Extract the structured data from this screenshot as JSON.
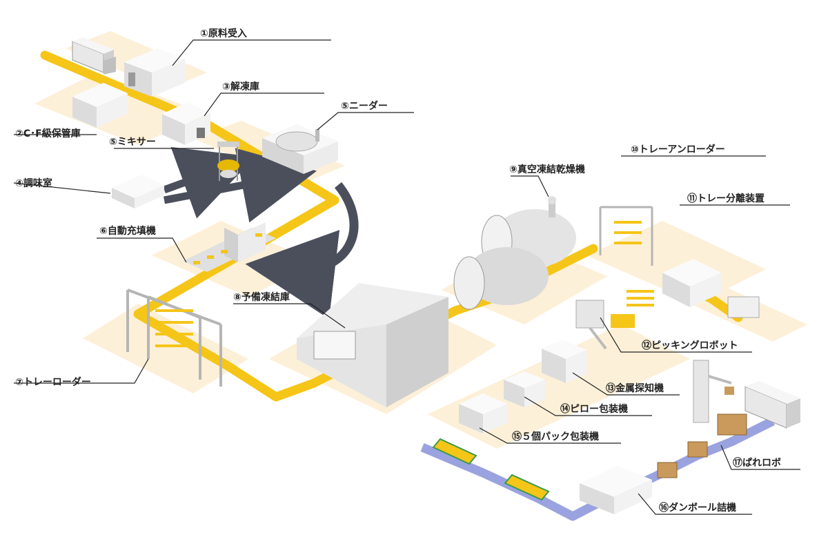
{
  "colors": {
    "conveyor_yellow": "#f5c518",
    "floor_beige": "#fdf0d8",
    "packing_lane_blue": "#9aa3e0",
    "arrow_gray": "#4b4f5c",
    "machine_light": "#f2f2f2",
    "machine_mid": "#dcdcdc",
    "machine_dark": "#bdbdbd",
    "box_brown": "#c99a5b",
    "tray_green": "#3a9a4a",
    "label_text": "#222222"
  },
  "labels": {
    "raw_intake": "①原料受入",
    "cf_storage": "②C･F級保管庫",
    "thaw_room": "③解凍庫",
    "seasoning_room": "④調味室",
    "mixer": "⑤ミキサー",
    "kneader": "⑤ニーダー",
    "auto_filler": "⑥自動充填機",
    "tray_loader": "⑦トレーローダー",
    "prefreezer": "⑧予備凍結庫",
    "vacuum_freeze_dryer": "⑨真空凍結乾燥機",
    "tray_unloader": "⑩トレーアンローダー",
    "tray_separator": "⑪トレー分離装置",
    "picking_robot": "⑫ピッキングロボット",
    "metal_detector": "⑬金属探知機",
    "pillow_packer": "⑭ピロー包装機",
    "five_pack_packer": "⑮５個パック包装機",
    "case_packer": "⑯ダンボール詰機",
    "palletizing_robot": "⑰ぱれロボ"
  },
  "icons": [
    "delivery-truck-icon",
    "curved-flow-arrow-icon",
    "cardboard-box-icon",
    "robot-arm-icon"
  ]
}
